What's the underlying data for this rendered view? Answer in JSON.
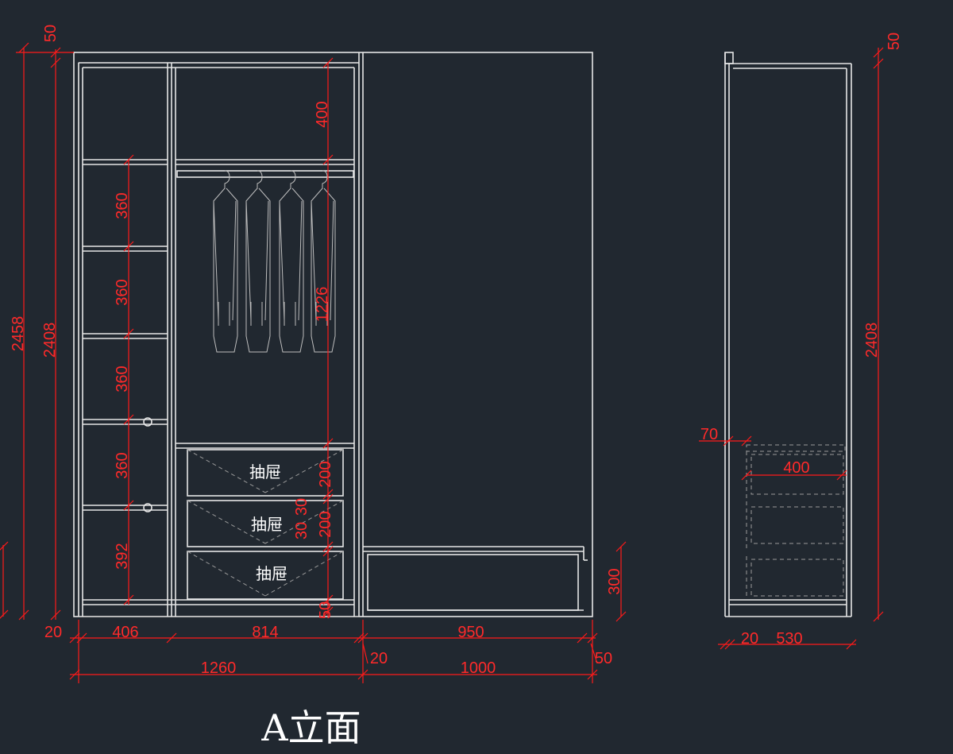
{
  "drawing": {
    "title": "A立面",
    "drawer_label": "抽屉",
    "front_dimensions": {
      "total_height": "2458",
      "inner_height": "2408",
      "top_thickness": "50",
      "shelf_spacings": [
        "360",
        "360",
        "360",
        "360",
        "392"
      ],
      "top_compartment": "400",
      "hanging_space": "1226",
      "drawer_heights": [
        "200",
        "200"
      ],
      "drawer_gaps": [
        "30",
        "30"
      ],
      "plinth": "50",
      "right_plinth": "300",
      "widths_row1": [
        "20",
        "406",
        "814",
        "950"
      ],
      "widths_row2": [
        "1260",
        "1000"
      ],
      "gap_labels": [
        "20",
        "50"
      ]
    },
    "side_dimensions": {
      "top": "50",
      "inner_height": "2408",
      "drawer_offset": "70",
      "drawer_depth": "400",
      "widths": [
        "20",
        "530"
      ]
    }
  }
}
